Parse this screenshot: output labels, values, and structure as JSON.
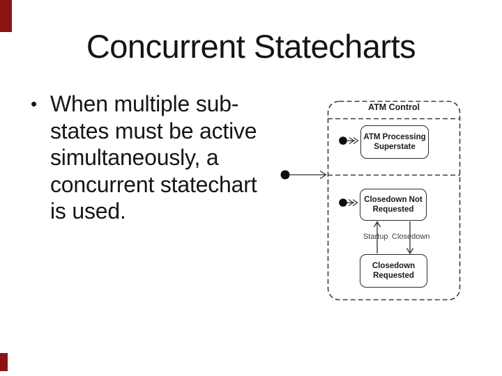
{
  "slide": {
    "title": "Concurrent Statecharts",
    "bullet": "•",
    "body_text": "When multiple sub-\nstates must be active\nsimultaneously, a\nconcurrent statechart\nis used.",
    "accent_color": "#8a1414"
  },
  "diagram": {
    "frame_label": "ATM Control",
    "state_atm_processing": "ATM Processing\nSuperstate",
    "state_closedown_not_requested": "Closedown Not\nRequested",
    "state_closedown_requested": "Closedown\nRequested",
    "label_startup": "Startup",
    "label_closedown": "Closedown",
    "line_color": "#2e2e2e"
  }
}
